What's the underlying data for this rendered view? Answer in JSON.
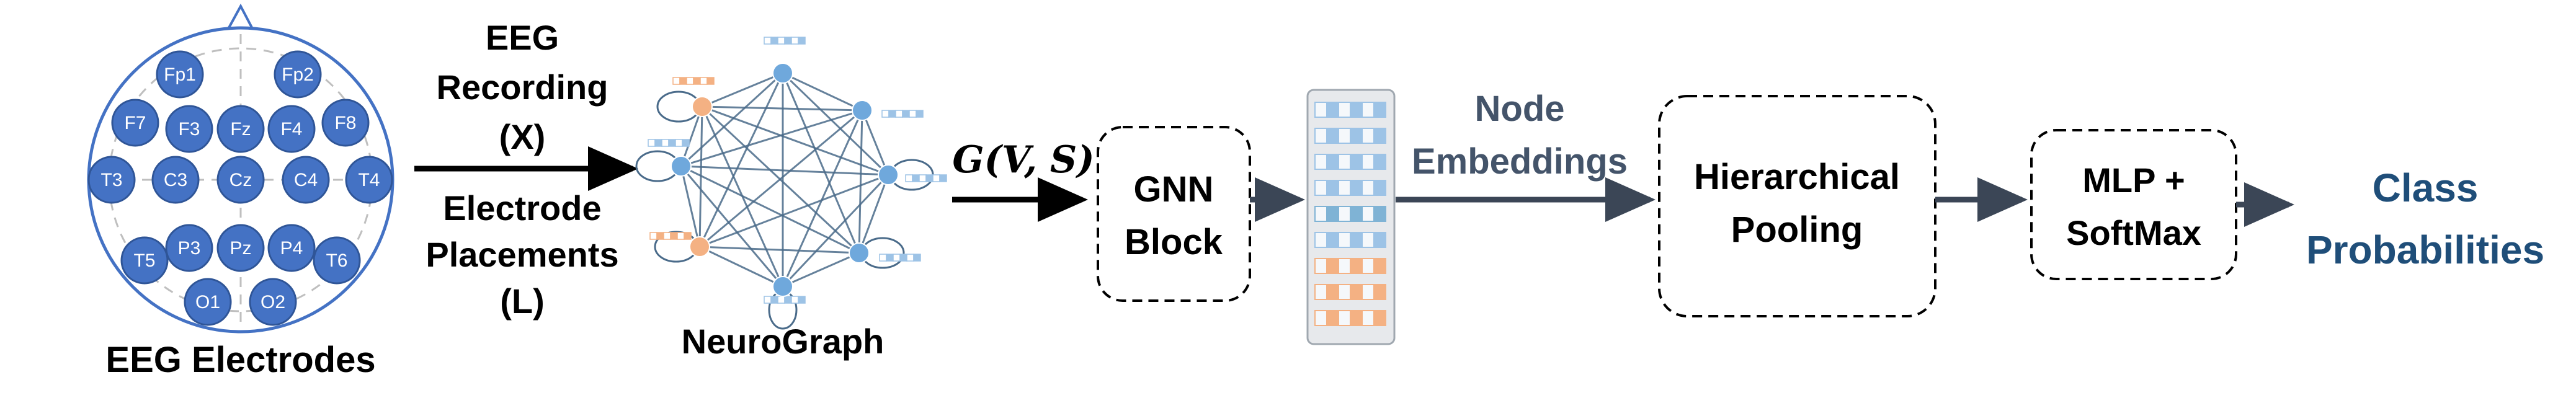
{
  "electrodes": {
    "caption": "EEG Electrodes",
    "labels": [
      "Fp1",
      "Fp2",
      "F7",
      "F3",
      "Fz",
      "F4",
      "F8",
      "T3",
      "C3",
      "Cz",
      "C4",
      "T4",
      "T5",
      "P3",
      "Pz",
      "P4",
      "T6",
      "O1",
      "O2"
    ]
  },
  "arrow1": {
    "top_text": [
      "EEG",
      "Recording",
      "(X)"
    ],
    "bottom_text": [
      "Electrode",
      "Placements",
      "(L)"
    ]
  },
  "neurograph": {
    "caption": "NeuroGraph"
  },
  "graph_input": {
    "label": "G(V, S)"
  },
  "gnn_block": {
    "lines": [
      "GNN",
      "Block"
    ]
  },
  "embeddings": {
    "lines": [
      "Node",
      "Embeddings"
    ]
  },
  "pooling": {
    "lines": [
      "Hierarchical",
      "Pooling"
    ]
  },
  "mlp": {
    "lines": [
      "MLP +",
      "SoftMax"
    ]
  },
  "output": {
    "lines": [
      "Class",
      "Probabilities"
    ]
  },
  "colors": {
    "electrode_fill": "#4472c4",
    "node_blue": "#9dc3e6",
    "node_orange": "#f4b183",
    "arrow_dark": "#3b4656",
    "class_text": "#1f4e79",
    "embed_text": "#44546a"
  }
}
